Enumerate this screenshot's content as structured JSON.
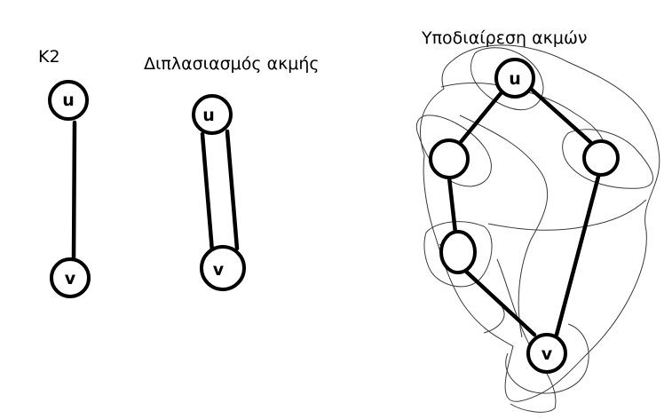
{
  "panels": {
    "k2": {
      "title": "K2",
      "u_label": "u",
      "v_label": "v"
    },
    "doubling": {
      "title": "Διπλασιασμός ακμής",
      "u_label": "u",
      "v_label": "v"
    },
    "subdivision": {
      "title": "Υποδιαίρεση ακμών",
      "u_label": "u",
      "v_label": "v"
    }
  },
  "colors": {
    "ink": "#000000",
    "background": "#ffffff",
    "scribble": "#3a3a3a"
  }
}
